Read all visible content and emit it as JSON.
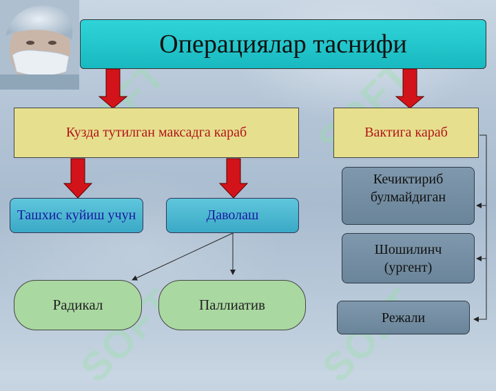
{
  "title": "Операциялар таснифи",
  "branches": {
    "purpose": {
      "label": "Кузда тутилган максадга караб",
      "diagnostic": "Ташхис куйиш учун",
      "treatment": "Даволаш",
      "radical": "Радикал",
      "palliative": "Паллиатив"
    },
    "timing": {
      "label": "Вактига караб",
      "non_deferrable": "Кечиктириб булмайдиган",
      "urgent": "Шошилинч (ургент)",
      "planned": "Режали"
    }
  },
  "watermark": "SOFT",
  "colors": {
    "title_fill": "#1fc3c9",
    "yellow_fill": "#e6e08e",
    "blue_fill": "#4bb7d0",
    "green_fill": "#a9d8a0",
    "slate_fill": "#7490a6",
    "arrow_red": "#d3131a",
    "red_text": "#b3141a",
    "blue_text": "#1a1aa0"
  },
  "icons": [
    "surgeon-photo",
    "down-arrow-icon"
  ]
}
